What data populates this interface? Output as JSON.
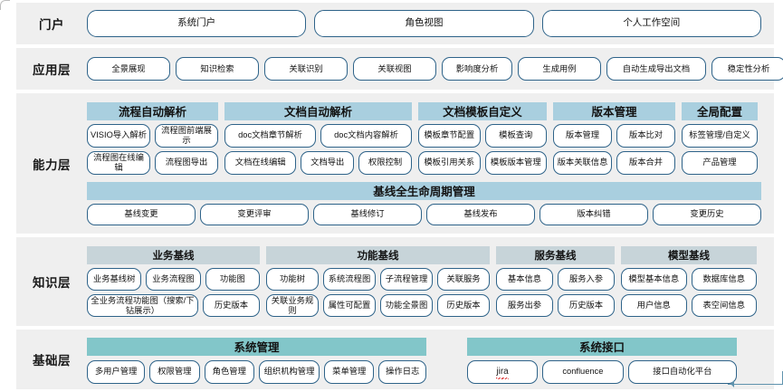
{
  "title": "系统架构分层图",
  "colors": {
    "band_bg": "#efefef",
    "pill_border": "#2e6389",
    "capability_header": "#a9cfdf",
    "knowledge_header": "#c7d4d9",
    "base_header": "#82c6c9"
  },
  "rows": [
    {
      "key": "portal",
      "label": "门户",
      "items": [
        "系统门户",
        "角色视图",
        "个人工作空间"
      ]
    },
    {
      "key": "application",
      "label": "应用层",
      "items": [
        "全景展现",
        "知识检索",
        "关联识别",
        "关联视图",
        "影响度分析",
        "生成用例",
        "自动生成导出文档",
        "稳定性分析"
      ]
    },
    {
      "key": "capability",
      "label": "能力层",
      "groups": [
        {
          "header": "流程自动解析",
          "rows": [
            [
              "VISIO导入解析",
              "流程图前端展示"
            ],
            [
              "流程图在线编辑",
              "流程图导出"
            ]
          ]
        },
        {
          "header": "文档自动解析",
          "rows": [
            [
              "doc文档章节解析",
              "doc文档内容解析"
            ],
            [
              "文档在线编辑",
              "文档导出",
              "权限控制"
            ]
          ]
        },
        {
          "header": "文档模板自定义",
          "rows": [
            [
              "模板章节配置",
              "模板查询"
            ],
            [
              "模板引用关系",
              "模板版本管理"
            ]
          ]
        },
        {
          "header": "版本管理",
          "rows": [
            [
              "版本管理",
              "版本比对"
            ],
            [
              "版本关联信息",
              "版本合并"
            ]
          ]
        },
        {
          "header": "全局配置",
          "rows": [
            [
              "标签管理/自定义"
            ],
            [
              "产品管理"
            ]
          ]
        }
      ],
      "lifecycle": {
        "header": "基线全生命周期管理",
        "items": [
          "基线变更",
          "变更评审",
          "基线修订",
          "基线发布",
          "版本纠错",
          "变更历史"
        ]
      }
    },
    {
      "key": "knowledge",
      "label": "知识层",
      "groups": [
        {
          "header": "业务基线",
          "rows": [
            [
              "业务基线树",
              "业务流程图",
              "功能图"
            ],
            [
              "全业务流程功能图（搜索/下钻展示）",
              "历史版本"
            ]
          ]
        },
        {
          "header": "功能基线",
          "rows": [
            [
              "功能树",
              "系统流程图",
              "子流程管理",
              "关联服务"
            ],
            [
              "关联业务规则",
              "属性可配置",
              "功能全景图",
              "历史版本"
            ]
          ]
        },
        {
          "header": "服务基线",
          "rows": [
            [
              "基本信息",
              "服务入参"
            ],
            [
              "服务出参",
              "历史版本"
            ]
          ]
        },
        {
          "header": "模型基线",
          "rows": [
            [
              "模型基本信息",
              "数据库信息"
            ],
            [
              "用户信息",
              "表空间信息"
            ]
          ]
        }
      ]
    },
    {
      "key": "base",
      "label": "基础层",
      "groups": [
        {
          "header": "系统管理",
          "rows": [
            [
              "多用户管理",
              "权限管理",
              "角色管理",
              "组织机构管理",
              "菜单管理",
              "操作日志"
            ]
          ]
        },
        {
          "header": "系统接口",
          "rows": [
            [
              "jira",
              "confluence",
              "接口自动化平台"
            ]
          ]
        }
      ]
    }
  ]
}
